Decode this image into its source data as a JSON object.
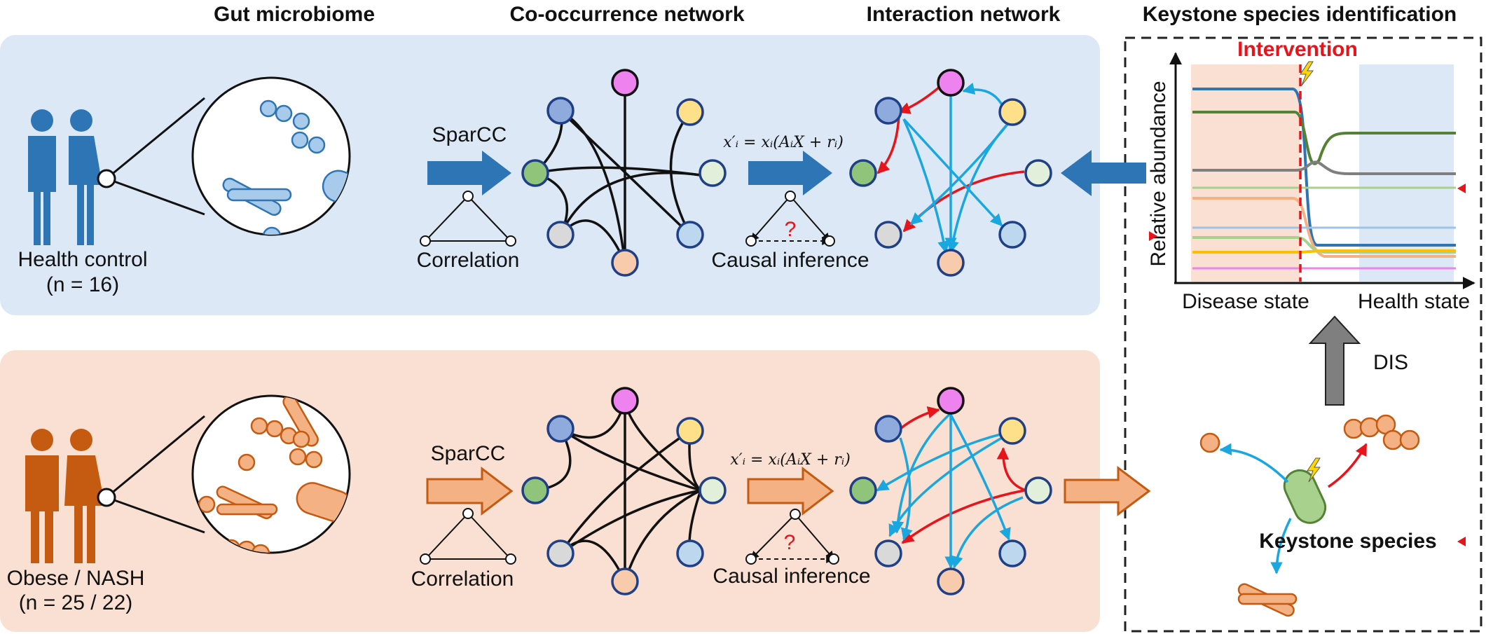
{
  "headers": {
    "gut": "Gut microbiome",
    "cooc": "Co-occurrence network",
    "interaction": "Interaction network",
    "keystone": "Keystone species identification"
  },
  "healthy": {
    "group": "Health control",
    "n": "(n = 16)",
    "method": "SparCC",
    "correlation": "Correlation",
    "equation": "x′ᵢ = xᵢ(AᵢX + rᵢ)",
    "causal": "Causal inference",
    "question": "?"
  },
  "disease": {
    "group": "Obese / NASH",
    "n": "(n = 25 / 22)",
    "method": "SparCC",
    "correlation": "Correlation",
    "equation": "x′ᵢ = xᵢ(AᵢX + rᵢ)",
    "causal": "Causal inference",
    "question": "?"
  },
  "keystone_panel": {
    "intervention": "Intervention",
    "ylabel": "Relative abundance",
    "x_left": "Disease state",
    "x_right": "Health state",
    "dis": "DIS",
    "keystone_label": "Keystone species"
  },
  "colors": {
    "healthy_bg": "#dce8f5",
    "disease_bg": "#f9e0d3",
    "blue": "#2e75b6",
    "orange": "#e07b39",
    "edge_blue": "#1aa7e0",
    "edge_red": "#e8141b",
    "magenta": "#ee82ee",
    "yellow": "#ffe08a",
    "green": "#8fc47a"
  }
}
